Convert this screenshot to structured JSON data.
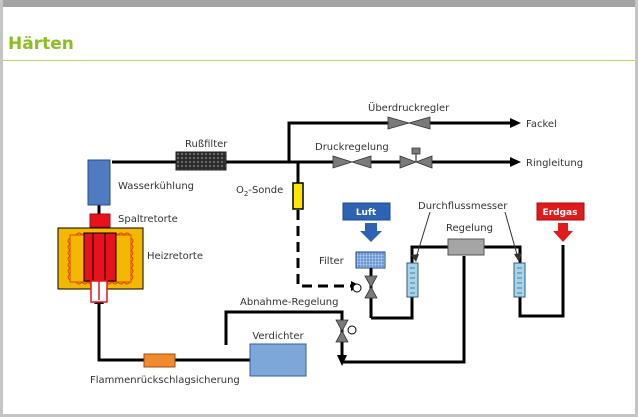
{
  "header": {
    "title": "Härten"
  },
  "diagram": {
    "labels": {
      "ueberdruckregler": "Überdruckregler",
      "fackel": "Fackel",
      "russfilter": "Rußfilter",
      "druckregelung": "Druckregelung",
      "ringleitung": "Ringleitung",
      "wasserkuehlung": "Wasserkühlung",
      "o2_sonde_prefix": "O",
      "o2_sonde_sub": "2",
      "o2_sonde_suffix": "-Sonde",
      "spaltretorte": "Spaltretorte",
      "heizretorte": "Heizretorte",
      "luft": "Luft",
      "durchflussmesser": "Durchflussmesser",
      "erdgas": "Erdgas",
      "regelung": "Regelung",
      "filter": "Filter",
      "abnahme_regelung": "Abnahme-Regelung",
      "verdichter": "Verdichter",
      "flammenrueckschlagsicherung": "Flammenrückschlagsicherung"
    },
    "colors": {
      "luft_box": "#2e63b3",
      "erdgas_box": "#e11b1b",
      "water_cooler": "#4f7cc0",
      "heater_box": "#f5b800",
      "retort_red": "#e8121c",
      "sensor_yellow": "#ffe600",
      "flame_arrestor": "#f08a2c",
      "compressor": "#7da7d8",
      "flowmeter": "#a9d3e8",
      "regulator_box": "#a5a5a5"
    }
  }
}
